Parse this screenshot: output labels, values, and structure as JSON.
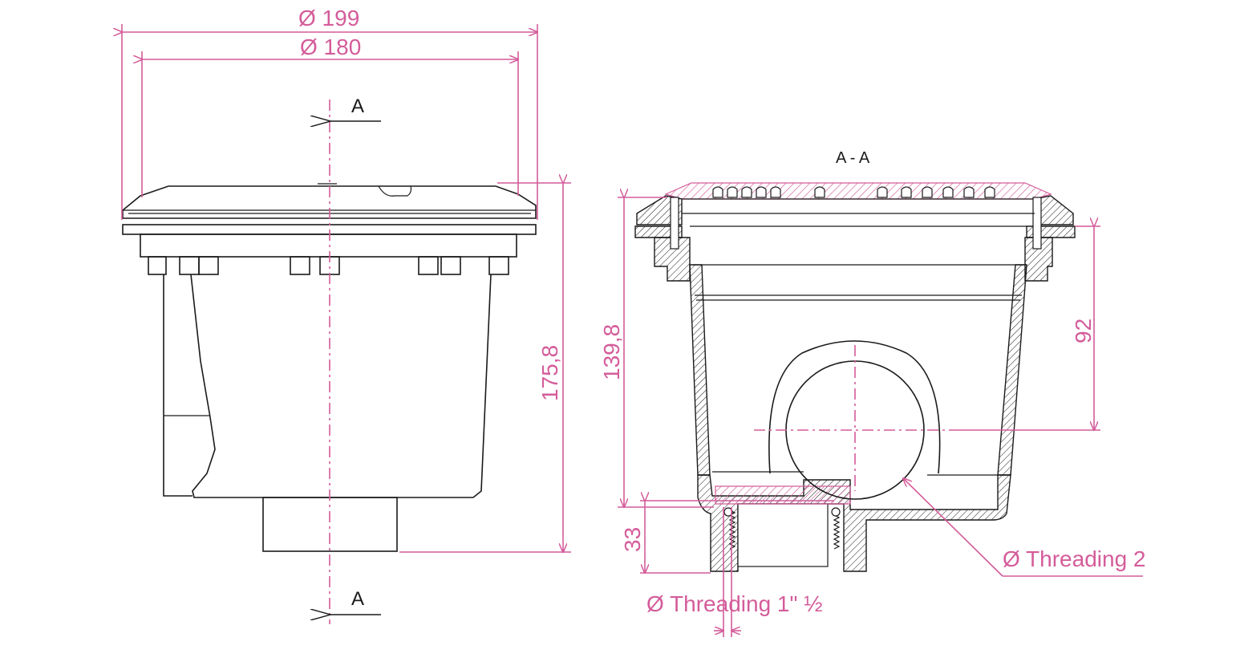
{
  "left_view": {
    "dim_outer": "Ø 199",
    "dim_inner": "Ø 180",
    "dim_height": "175,8",
    "section_mark_top": "A",
    "section_mark_bottom": "A"
  },
  "section_view": {
    "title": "A - A",
    "dim_height": "139,8",
    "dim_side": "92",
    "dim_bottom": "33",
    "thread_bottom": "Ø Threading 1\" ½",
    "thread_side": "Ø Threading 2"
  },
  "colors": {
    "dimension": "#d45c9a",
    "linework": "#1a1a1a"
  }
}
